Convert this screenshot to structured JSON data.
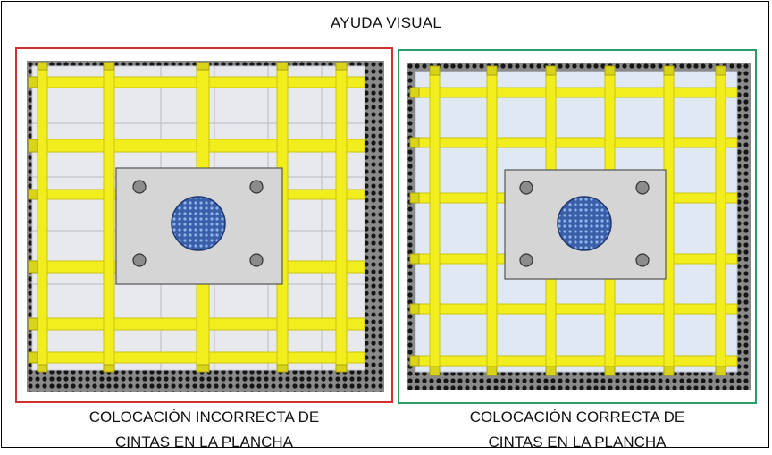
{
  "title": "AYUDA VISUAL",
  "panels": [
    {
      "caption_line1": "COLOCACIÓN INCORRECTA DE",
      "caption_line2": "CINTAS EN LA PLANCHA",
      "frame_color": "#d03030"
    },
    {
      "caption_line1": "COLOCACIÓN CORRECTA DE",
      "caption_line2": "CINTAS EN LA PLANCHA",
      "frame_color": "#2c9c68"
    }
  ],
  "colors": {
    "tape": "#f2ee1e",
    "tape_edge": "#c9c312",
    "perforated_plate": "#2a2a2a",
    "filter_bg_left": "#e7e9ec",
    "filter_bg_right": "#dfe8f3",
    "base_plate": "#d5d5d5",
    "center_disc": "#4f7fc6"
  }
}
